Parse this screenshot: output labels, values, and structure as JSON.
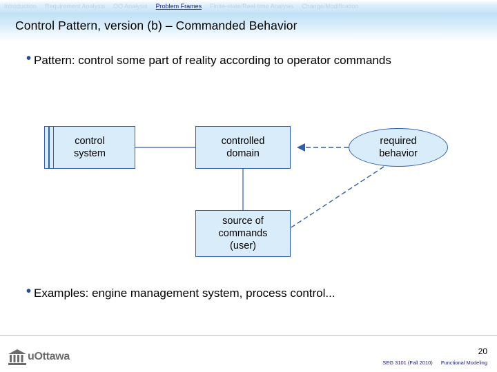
{
  "navbar": {
    "items": [
      {
        "label": "Introduction",
        "active": false
      },
      {
        "label": "Requirement Analysis",
        "active": false
      },
      {
        "label": "OO Analysis",
        "active": false
      },
      {
        "label": "Problem Frames",
        "active": true
      },
      {
        "label": "Finite-state/Real-time Analysis",
        "active": false
      },
      {
        "label": "Change/Modification",
        "active": false
      }
    ]
  },
  "slide": {
    "title": "Control Pattern, version (b) – Commanded Behavior",
    "bullets": [
      {
        "marker": "•",
        "text": "Pattern: control some part of reality according to operator commands"
      },
      {
        "marker": "•",
        "text": "Examples: engine management system, process control..."
      }
    ],
    "diagram": {
      "machine_box": "control\nsystem",
      "machine_box_line1": "control",
      "machine_box_line2": "system",
      "domain_box_line1": "controlled",
      "domain_box_line2": "domain",
      "requirement_oval_line1": "required",
      "requirement_oval_line2": "behavior",
      "source_box_line1": "source of",
      "source_box_line2": "commands",
      "source_box_line3": "(user)"
    }
  },
  "footer": {
    "logo": "uOttawa",
    "logo_icon": "university-crest-icon",
    "slide_number": "20",
    "course_code": "SEG 3101 (Fall 2010)",
    "topic": "Functional Modeling"
  },
  "colors": {
    "box_fill": "#d9ecf9",
    "box_border": "#2f5fa8",
    "bullet": "#1f4e9c",
    "title_band_top": "#bfe0f6",
    "nav_active": "#1a1a8c"
  }
}
